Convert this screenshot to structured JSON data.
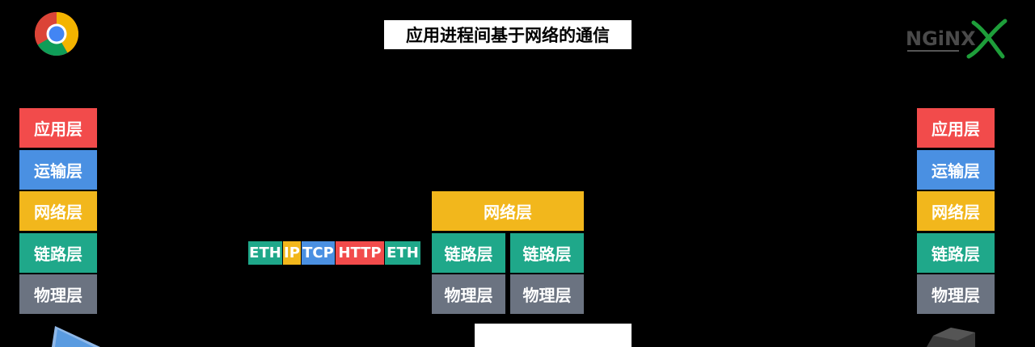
{
  "title": "应用进程间基于网络的通信",
  "colors": {
    "application": "#f24b4b",
    "transport": "#4a90e2",
    "network": "#f2b71c",
    "link": "#1fa88a",
    "physical": "#6b7381"
  },
  "left_stack": [
    "应用层",
    "运输层",
    "网络层",
    "链路层",
    "物理层"
  ],
  "right_stack": [
    "应用层",
    "运输层",
    "网络层",
    "链路层",
    "物理层"
  ],
  "router": {
    "network": "网络层",
    "left_link": "链路层",
    "right_link": "链路层",
    "left_physical": "物理层",
    "right_physical": "物理层"
  },
  "packet": [
    "ETH",
    "IP",
    "TCP",
    "HTTP",
    "ETH"
  ],
  "icons": {
    "browser": "chrome-icon",
    "server_logo": "nginx-logo",
    "client_device": "laptop-icon",
    "server_device": "server-icon"
  },
  "nginx_logo_text": "NGiNX"
}
